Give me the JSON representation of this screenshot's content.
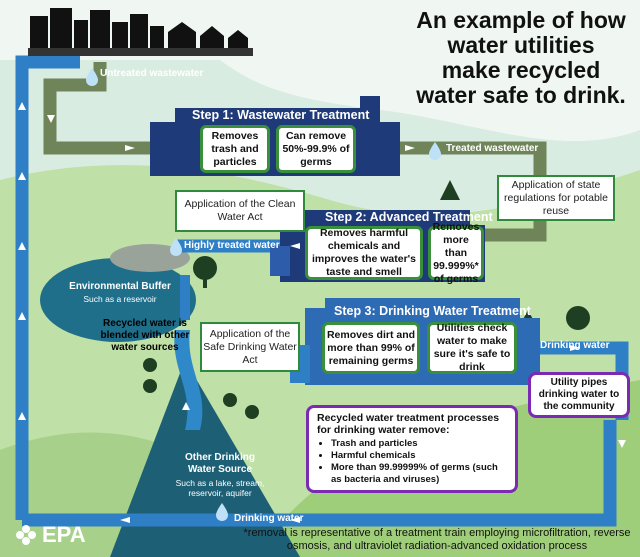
{
  "title": "An example of how water utilities make recycled water safe to drink.",
  "flows": {
    "untreated": "Untreated wastewater",
    "treated": "Treated wastewater",
    "highly_treated": "Highly treated water",
    "drinking_right": "Drinking water",
    "drinking_bottom": "Drinking water"
  },
  "step1": {
    "title": "Step 1: Wastewater Treatment",
    "box1": "Removes trash and particles",
    "box2": "Can remove 50%-99.9% of germs"
  },
  "step2": {
    "title": "Step 2: Advanced Treatment",
    "box1": "Removes harmful chemicals and improves the water's taste and smell",
    "box2": "Removes more than 99.999%* of germs"
  },
  "step3": {
    "title": "Step 3: Drinking Water Treatment",
    "box1": "Removes dirt and more than 99% of remaining germs",
    "box2": "Utilities check water to make sure it's safe to drink"
  },
  "notes": {
    "clean_water_act": "Application of the Clean Water Act",
    "state_regs": "Application of state regulations for potable reuse",
    "safe_drinking": "Application of the Safe Drinking Water Act"
  },
  "buffer": {
    "title": "Environmental Buffer",
    "sub": "Such as a reservoir",
    "blend": "Recycled water is blended with other water sources"
  },
  "other_source": {
    "title": "Other Drinking Water Source",
    "sub": "Such as a lake, stream, reservoir, aquifer"
  },
  "utility_pipes": "Utility pipes drinking water to the community",
  "summary": {
    "heading": "Recycled water treatment processes for drinking water remove:",
    "items": [
      "Trash and particles",
      "Harmful chemicals",
      "More than 99.99999% of germs (such as bacteria and viruses)"
    ]
  },
  "footnote": "*removal is representative of a treatment train employing microfiltration, reverse osmosis, and ultraviolet radiation-advanced oxidation process",
  "logo": "EPA",
  "colors": {
    "pipe_blue": "#2f7fc6",
    "pipe_green": "#5f7a4a",
    "building": "#1f3a78",
    "accent_green": "#3a8f3a",
    "purple": "#7a2ab3"
  }
}
